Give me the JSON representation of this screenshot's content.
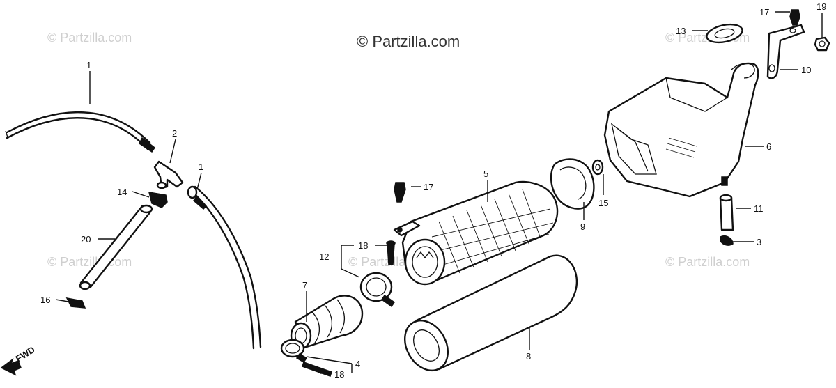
{
  "watermark": {
    "main": "© Partzilla.com",
    "faint": "© Partzilla.com"
  },
  "direction_label": "FWD",
  "callouts": [
    {
      "id": "c1a",
      "label": "1"
    },
    {
      "id": "c1b",
      "label": "1"
    },
    {
      "id": "c2",
      "label": "2"
    },
    {
      "id": "c3",
      "label": "3"
    },
    {
      "id": "c4",
      "label": "4"
    },
    {
      "id": "c5",
      "label": "5"
    },
    {
      "id": "c6",
      "label": "6"
    },
    {
      "id": "c7",
      "label": "7"
    },
    {
      "id": "c8",
      "label": "8"
    },
    {
      "id": "c9",
      "label": "9"
    },
    {
      "id": "c10",
      "label": "10"
    },
    {
      "id": "c11",
      "label": "11"
    },
    {
      "id": "c12",
      "label": "12"
    },
    {
      "id": "c13",
      "label": "13"
    },
    {
      "id": "c14",
      "label": "14"
    },
    {
      "id": "c15",
      "label": "15"
    },
    {
      "id": "c16",
      "label": "16"
    },
    {
      "id": "c17a",
      "label": "17"
    },
    {
      "id": "c17b",
      "label": "17"
    },
    {
      "id": "c18a",
      "label": "18"
    },
    {
      "id": "c18b",
      "label": "18"
    },
    {
      "id": "c19",
      "label": "19"
    },
    {
      "id": "c20",
      "label": "20"
    }
  ]
}
